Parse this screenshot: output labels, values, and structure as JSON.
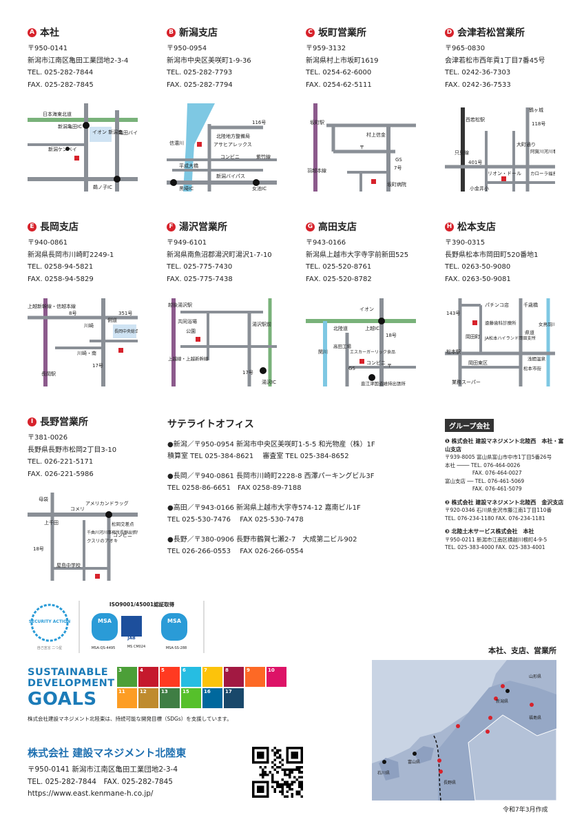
{
  "offices": [
    {
      "badge": "A",
      "name": "本社",
      "postal": "〒950-0141",
      "address": "新潟市江南区亀田工業団地2-3-4",
      "tel": "TEL. 025-282-7844",
      "fax": "FAX. 025-282-7845",
      "map": {
        "labels": [
          "日本海東北道",
          "新潟亀田IC",
          "イオン\n新潟南",
          "亀田バイパス",
          "新潟ケンベイ",
          "鵜ノ子IC"
        ]
      }
    },
    {
      "badge": "B",
      "name": "新潟支店",
      "postal": "〒950-0954",
      "address": "新潟市中央区美咲町1-9-36",
      "tel": "TEL. 025-282-7793",
      "fax": "FAX. 025-282-7794",
      "map": {
        "labels": [
          "116号",
          "北陸地方整備局",
          "アサヒアレックス",
          "信濃川",
          "コンビニ",
          "平成大橋",
          "紫竹線",
          "新潟バイパス",
          "黒埼IC",
          "女池IC"
        ]
      }
    },
    {
      "badge": "C",
      "name": "坂町営業所",
      "postal": "〒959-3132",
      "address": "新潟県村上市坂町1619",
      "tel": "TEL. 0254-62-6000",
      "fax": "FAX. 0254-62-5111",
      "map": {
        "labels": [
          "坂町駅",
          "村上信金",
          "〒",
          "GS",
          "7号",
          "羽越本線",
          "坂町病院"
        ]
      }
    },
    {
      "badge": "D",
      "name": "会津若松営業所",
      "postal": "〒965-0830",
      "address": "会津若松市西年貢1丁目7番45号",
      "tel": "TEL. 0242-36-7303",
      "fax": "FAX. 0242-36-7533",
      "map": {
        "labels": [
          "鶴ヶ城",
          "西若松駅",
          "118号",
          "只見線",
          "大町通り",
          "阿賀川河川事務所",
          "401号",
          "リオン・ドール",
          "カローラ福島会津店",
          "小金井小"
        ]
      }
    },
    {
      "badge": "E",
      "name": "長岡支店",
      "postal": "〒940-0861",
      "address": "新潟県長岡市川崎町2249-1",
      "tel": "TEL. 0258-94-5821",
      "fax": "FAX. 0258-94-5829",
      "map": {
        "labels": [
          "上越新幹線・信越本線",
          "8号",
          "351号",
          "川崎",
          "側道",
          "長岡中央総合病院",
          "川崎・南",
          "17号",
          "長岡駅"
        ]
      }
    },
    {
      "badge": "F",
      "name": "湯沢営業所",
      "postal": "〒949-6101",
      "address": "新潟県南魚沼郡湯沢町湯沢1-7-10",
      "tel": "TEL. 025-775-7430",
      "fax": "FAX. 025-775-7438",
      "map": {
        "labels": [
          "越後湯沢駅",
          "共同浴場",
          "公園",
          "湯沢駅前",
          "上越線・上越新幹線",
          "17号",
          "湯沢IC"
        ]
      }
    },
    {
      "badge": "G",
      "name": "高田支店",
      "postal": "〒943-0166",
      "address": "新潟県上越市大字寺字前新田525",
      "tel": "TEL. 025-520-8761",
      "fax": "FAX. 025-520-8782",
      "map": {
        "labels": [
          "イオン",
          "北陸道",
          "上越IC",
          "18号",
          "関川",
          "高田工場",
          "エスカーガーリック食品",
          "GS",
          "コンビニ",
          "〒",
          "直江津国道維持出張所"
        ]
      }
    },
    {
      "badge": "H",
      "name": "松本支店",
      "postal": "〒390-0315",
      "address": "長野県松本市岡田町520番地1",
      "tel": "TEL. 0263-50-9080",
      "fax": "FAX. 0263-50-9081",
      "map": {
        "labels": [
          "パチンコ店",
          "千歳橋",
          "143号",
          "遠藤歯科診療所",
          "JA松本ハイランド岡田支所",
          "岡田町",
          "女鳥羽川",
          "県道",
          "岡田東区",
          "松本駅",
          "浅間温泉",
          "松本市街",
          "業務スーパー"
        ]
      }
    },
    {
      "badge": "I",
      "name": "長野営業所",
      "postal": "〒381-0026",
      "address": "長野県長野市松岡2丁目3-10",
      "tel": "TEL. 026-221-5171",
      "fax": "FAX. 026-221-5986",
      "map": {
        "labels": [
          "母袋",
          "コメリ",
          "アメリカンドラッグ",
          "上千田",
          "千曲川河川事務所長野出張所",
          "クスリのアオキ",
          "松岡交差点",
          "コンビニ",
          "18号",
          "屋島中学校"
        ]
      }
    }
  ],
  "satellite": {
    "title": "サテライトオフィス",
    "items": [
      {
        "line1": "●新潟／〒950-0954  新潟市中央区美咲町1-5-5  和光物産（株）1F",
        "line2": "  積算室 TEL 025-384-8621　 審査室 TEL 025-384-8652"
      },
      {
        "line1": "●長岡／〒940-0861  長岡市川崎町2228-8  西澤パーキングビル3F",
        "line2": "  TEL 0258-86-6651　FAX 0258-89-7188"
      },
      {
        "line1": "●高田／〒943-0166  新潟県上越市大字寺574-12  嘉南ビル1F",
        "line2": "  TEL 025-530-7476　 FAX 025-530-7478"
      },
      {
        "line1": "●長野／〒380-0906  長野市鶴賀七瀬2-7　大成第二ビル902",
        "line2": "  TEL 026-266-0553　 FAX 026-266-0554"
      }
    ]
  },
  "group": {
    "title": "グループ会社",
    "companies": [
      {
        "name": "❶ 株式会社 建設マネジメント北陸西　本社・富山支店",
        "lines": [
          "〒939-8005 富山県富山市中市1丁目5番26号",
          "本社 ──── TEL. 076-464-0026",
          "　　　　　 FAX. 076-464-0027",
          "富山支店 ── TEL. 076-461-5069",
          "　　　　　 FAX. 076-461-5079"
        ]
      },
      {
        "name": "❷ 株式会社 建設マネジメント北陸西　金沢支店",
        "lines": [
          "〒920-0346 石川県金沢市藤江南1丁目110番",
          "TEL. 076-234-1180  FAX. 076-234-1181"
        ]
      },
      {
        "name": "❸ 北陸土木サービス株式会社　本社",
        "lines": [
          "〒950-0211 新潟市江南区横越川根町4-9-5",
          "TEL. 025-383-4000  FAX. 025-383-4001"
        ]
      }
    ]
  },
  "certs": {
    "security_action": "SECURITY ACTION",
    "security_note": "自己宣言 二つ星",
    "iso_title": "ISO9001/45001認証取得",
    "msa1": "MSA",
    "msa1_code": "MSA-QS-4495",
    "jab": "JAB",
    "jab_code": "MS CM024",
    "msa2": "MSA",
    "msa2_code": "MSA-SS-288"
  },
  "sdgs": {
    "word1": "SUSTAINABLE",
    "word2": "DEVELOPMENT",
    "word3": "GOALS",
    "note": "株式会社建設マネジメント北陸東は、持続可能な開発目標（SDGs）を支援しています。",
    "tiles": [
      {
        "n": "3",
        "color": "#4c9f38"
      },
      {
        "n": "4",
        "color": "#c5192d"
      },
      {
        "n": "5",
        "color": "#ff3a21"
      },
      {
        "n": "6",
        "color": "#26bde2"
      },
      {
        "n": "7",
        "color": "#fcc30b"
      },
      {
        "n": "8",
        "color": "#a21942"
      },
      {
        "n": "9",
        "color": "#fd6925"
      },
      {
        "n": "10",
        "color": "#dd1367"
      },
      {
        "n": "11",
        "color": "#fd9d24"
      },
      {
        "n": "12",
        "color": "#bf8b2e"
      },
      {
        "n": "13",
        "color": "#3f7e44"
      },
      {
        "n": "15",
        "color": "#56c02b"
      },
      {
        "n": "16",
        "color": "#00689d"
      },
      {
        "n": "17",
        "color": "#19486a"
      }
    ]
  },
  "hq": {
    "name": "株式会社 建設マネジメント北陸東",
    "postal": "〒950-0141  新潟市江南区亀田工業団地2-3-4",
    "telfax": "TEL. 025-282-7844　FAX. 025-282-7845",
    "url": "https://www.east.kenmane-h.co.jp/"
  },
  "bigmap": {
    "caption": "本社、支店、営業所",
    "labels": [
      "山形県",
      "新潟県",
      "福島県",
      "富山県",
      "石川県",
      "長野県"
    ]
  },
  "footer": "令和7年3月作成",
  "colors": {
    "accent": "#d7222b",
    "road": "#8a8f96",
    "river": "#7ec8e3",
    "rail": "#8c5a8c",
    "green": "#79b27a",
    "brand": "#1d6fb0"
  }
}
